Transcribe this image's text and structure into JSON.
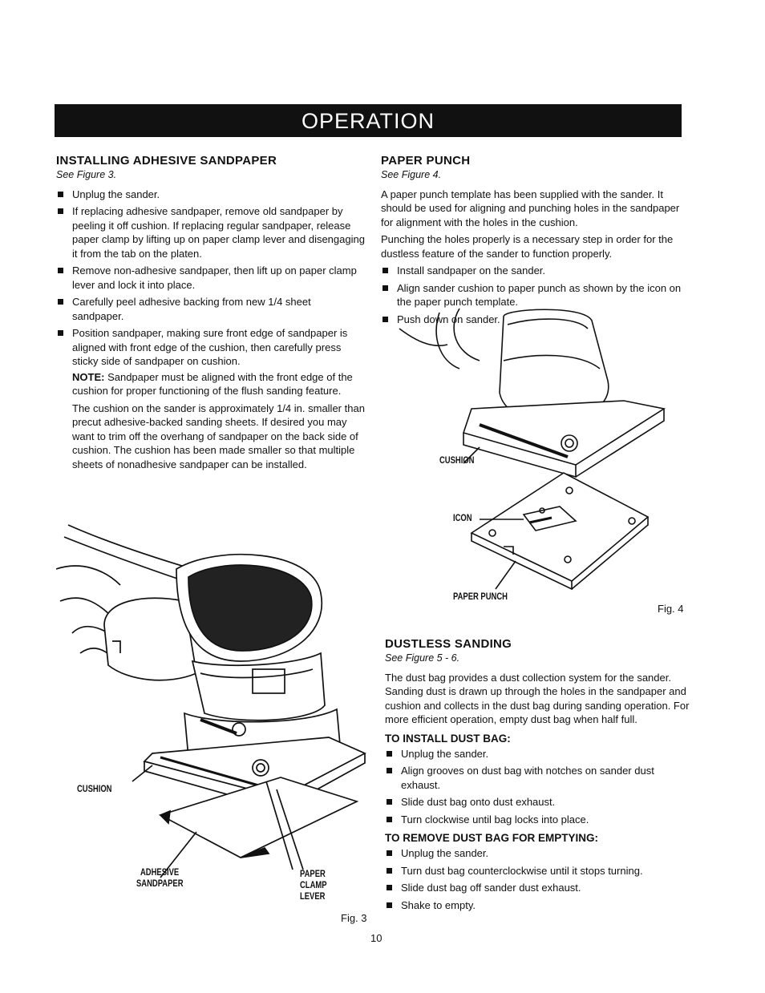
{
  "header": {
    "title": "OPERATION"
  },
  "left": {
    "heading": "INSTALLING ADHESIVE SANDPAPER",
    "see": "See Figure 3.",
    "bullets": [
      "Unplug the sander.",
      "If replacing adhesive sandpaper, remove old sandpaper by peeling it off cushion. If replacing regular sandpaper, release paper clamp by lifting up on paper clamp lever and disengaging it from the tab on the platen.",
      "Remove non-adhesive sandpaper, then lift up on paper clamp lever and lock it into place.",
      "Carefully peel adhesive backing from new 1/4 sheet sandpaper.",
      "Position sandpaper, making sure front edge of sandpaper is aligned with front edge of the cushion, then carefully press sticky side of sandpaper on cushion."
    ],
    "note_label": "NOTE:",
    "note_text": " Sandpaper must be aligned with the front edge of the cushion for proper functioning of the flush sanding feature.",
    "para": "The cushion on the sander is approximately 1/4 in. smaller than precut adhesive-backed sanding sheets. If desired you may want to trim off the overhang of sandpaper on the back side of cushion. The cushion has been made smaller so that multiple sheets of nonadhesive sandpaper can be installed."
  },
  "right": {
    "heading": "PAPER PUNCH",
    "see": "See Figure 4.",
    "para1": "A paper punch template has been supplied with the sander. It should be used for aligning and punching holes in the sandpaper for alignment with the holes in the cushion.",
    "para2": "Punching the holes properly is a necessary step in order for the dustless feature of the sander to function properly.",
    "bullets": [
      "Install sandpaper on the sander.",
      "Align sander cushion to paper punch as shown by the icon on the paper punch template.",
      "Push down on sander."
    ],
    "dust_heading": "DUSTLESS SANDING",
    "dust_see": "See Figure 5 - 6.",
    "dust_para": "The dust bag provides a dust collection system for the sander. Sanding dust is drawn up through the holes in the sandpaper and cushion and collects in the dust bag during sanding operation. For more efficient operation, empty dust bag when half full.",
    "install_heading": "TO INSTALL DUST BAG:",
    "install_bullets": [
      "Unplug the sander.",
      "Align grooves on dust bag with notches on sander dust exhaust.",
      "Slide dust bag onto dust exhaust.",
      "Turn clockwise until bag locks into place."
    ],
    "remove_heading": "TO REMOVE DUST BAG FOR EMPTYING:",
    "remove_bullets": [
      "Unplug the sander.",
      "Turn dust bag counterclockwise until it stops turning.",
      "Slide dust bag off sander dust exhaust.",
      "Shake to empty."
    ]
  },
  "fig3": {
    "label": "Fig. 3",
    "callout_cushion": "CUSHION",
    "callout_adhesive_1": "ADHESIVE",
    "callout_adhesive_2": "SANDPAPER",
    "callout_paper_1": "PAPER",
    "callout_paper_2": "CLAMP",
    "callout_paper_3": "LEVER"
  },
  "fig4": {
    "label": "Fig. 4",
    "callout_cushion": "CUSHION",
    "callout_icon": "ICON",
    "callout_punch": "PAPER PUNCH"
  },
  "page_number": "10"
}
